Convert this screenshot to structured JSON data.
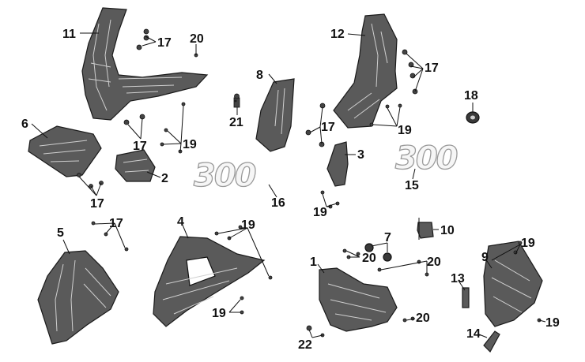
{
  "decal_text": "300",
  "callouts": {
    "c1": "1",
    "c3": "3",
    "c4": "4",
    "c5": "5",
    "c6": "6",
    "c7": "7",
    "c8": "8",
    "c9": "9",
    "c10": "10",
    "c11": "11",
    "c12": "12",
    "c13": "13",
    "c14": "14",
    "c15": "15",
    "c16": "16",
    "c17": "17",
    "c18": "18",
    "c19": "19",
    "c20": "20",
    "c21": "21",
    "c22": "22",
    "c2": "2"
  }
}
